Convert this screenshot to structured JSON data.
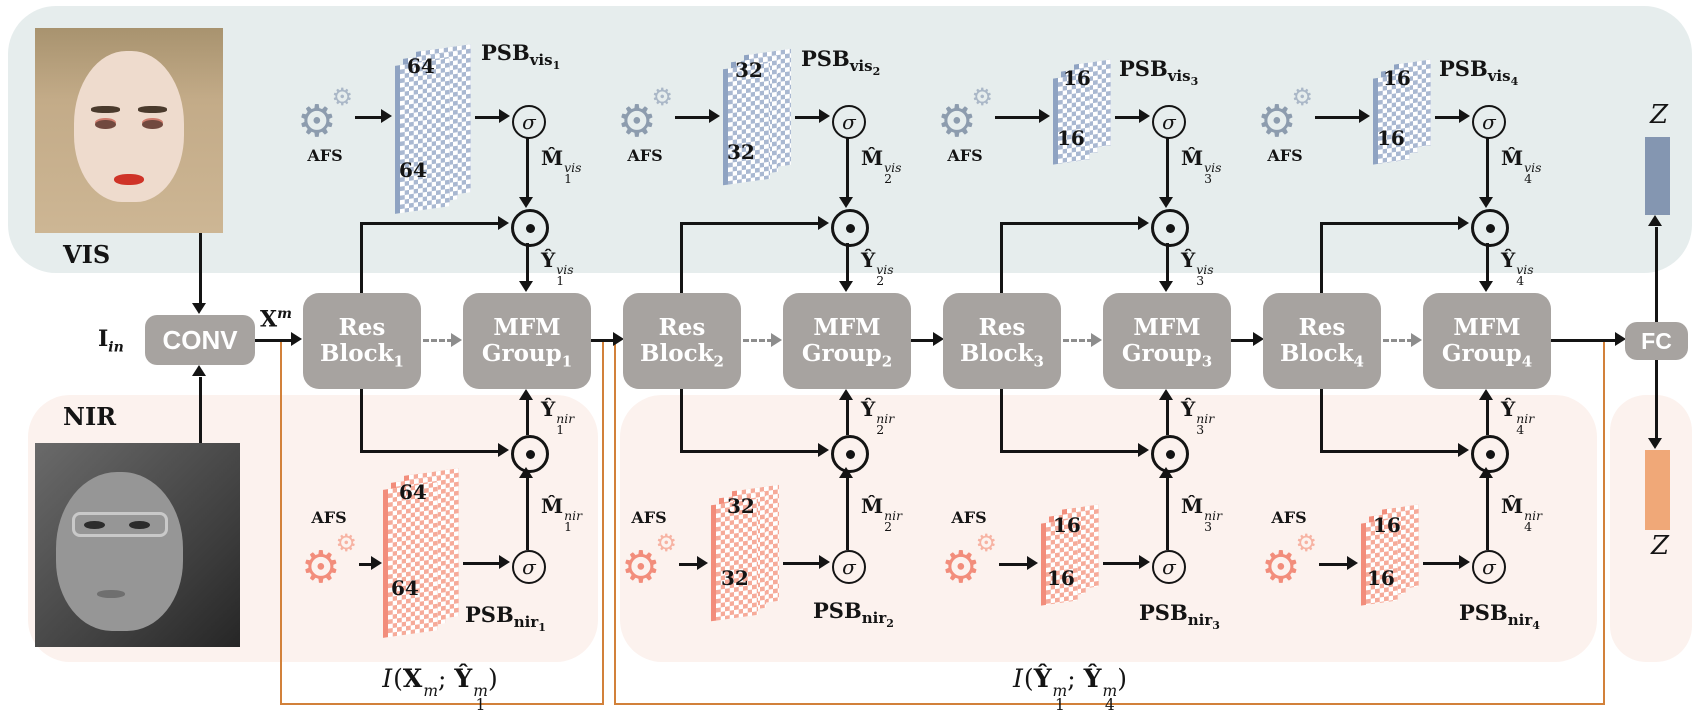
{
  "title": "VIS-NIR heterogeneous face recognition network with PSB masking (diagram)",
  "colors": {
    "vis_region_bg": "#e6eded",
    "nir_region_bg": "#fcf2ee",
    "block_gray": "#a7a3a0",
    "vis_maps": "#8fa3c2",
    "nir_maps": "#f28d7b",
    "z_vis_bar": "#8496b1",
    "z_nir_bar": "#f0a878",
    "bracket_orange": "#d2813a",
    "dashed_arrow": "#8d8d8d"
  },
  "icons": {
    "gear": "⚙",
    "sigmoid": "σ",
    "hadamard_product": "⊙"
  },
  "io": {
    "vis": "VIS",
    "nir": "NIR",
    "i_base": "I",
    "i_sub": "in",
    "conv": "CONV",
    "x_base": "X",
    "x_sup": "m",
    "fc": "FC",
    "z_top": "Z",
    "z_bottom": "Z"
  },
  "blocks": {
    "res1": "Res",
    "res2": "Block",
    "mfm1": "MFM",
    "mfm2": "Group"
  },
  "psb": {
    "base": "PSB",
    "vis": "vis",
    "nir": "nir"
  },
  "math": {
    "m_hat": "M̂",
    "y_hat": "Ŷ",
    "sup_vis": "vis",
    "sup_nir": "nir"
  },
  "ops": {
    "sigma": "σ"
  },
  "afs": "AFS",
  "stages": [
    {
      "num": "1",
      "dim": "64"
    },
    {
      "num": "2",
      "dim": "32"
    },
    {
      "num": "3",
      "dim": "16"
    },
    {
      "num": "4",
      "dim": "16"
    }
  ],
  "mi": [
    {
      "i": "I",
      "open": "(",
      "a": "X",
      "a_sup": "m",
      "a_sub": "",
      "sep": ";",
      "b": "Ŷ",
      "b_sup": "m",
      "b_sub": "1",
      "close": ")"
    },
    {
      "i": "I",
      "open": "(",
      "a": "Ŷ",
      "a_sup": "m",
      "a_sub": "1",
      "sep": ";",
      "b": "Ŷ",
      "b_sup": "m",
      "b_sub": "4",
      "close": ")"
    }
  ]
}
